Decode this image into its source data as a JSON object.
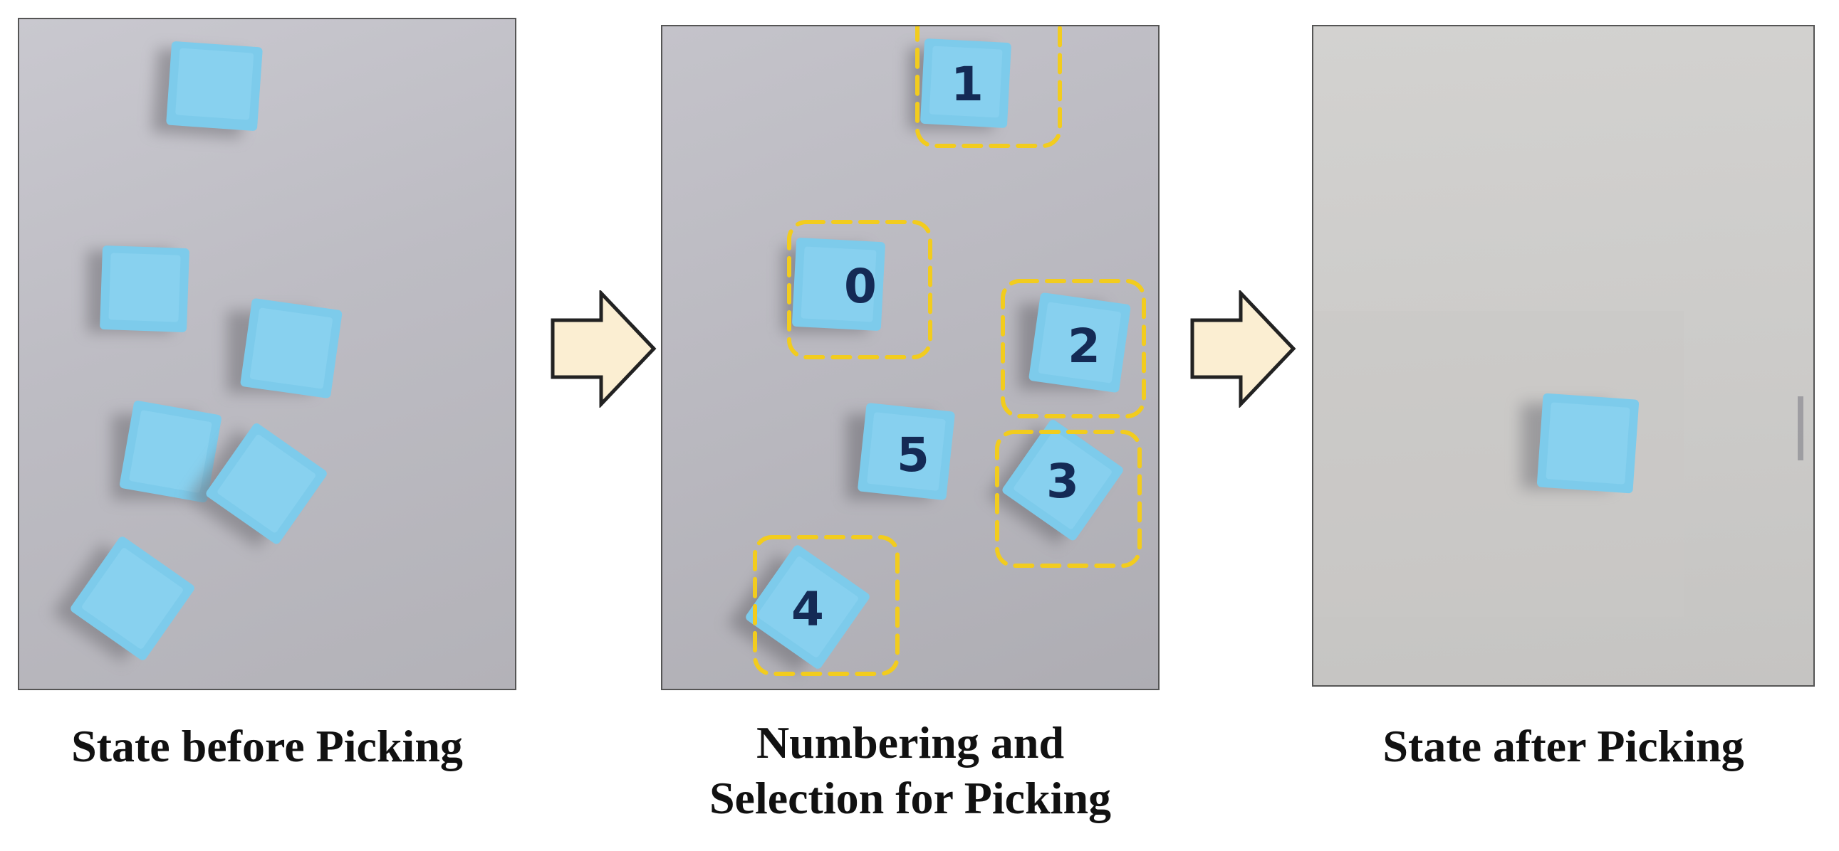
{
  "panels": {
    "before": {
      "caption": "State before Picking"
    },
    "numbering": {
      "caption": "Numbering and Selection for Picking",
      "caption_lines": [
        "Numbering and",
        "Selection for Picking"
      ],
      "block_labels": [
        "1",
        "0",
        "2",
        "5",
        "3",
        "4"
      ]
    },
    "after": {
      "caption": "State after Picking"
    }
  },
  "colors": {
    "block": "#7dcbeb",
    "selection_box": "#f2cc1e",
    "label": "#142a55",
    "arrow_fill": "#fbeed2",
    "arrow_stroke": "#222222"
  }
}
